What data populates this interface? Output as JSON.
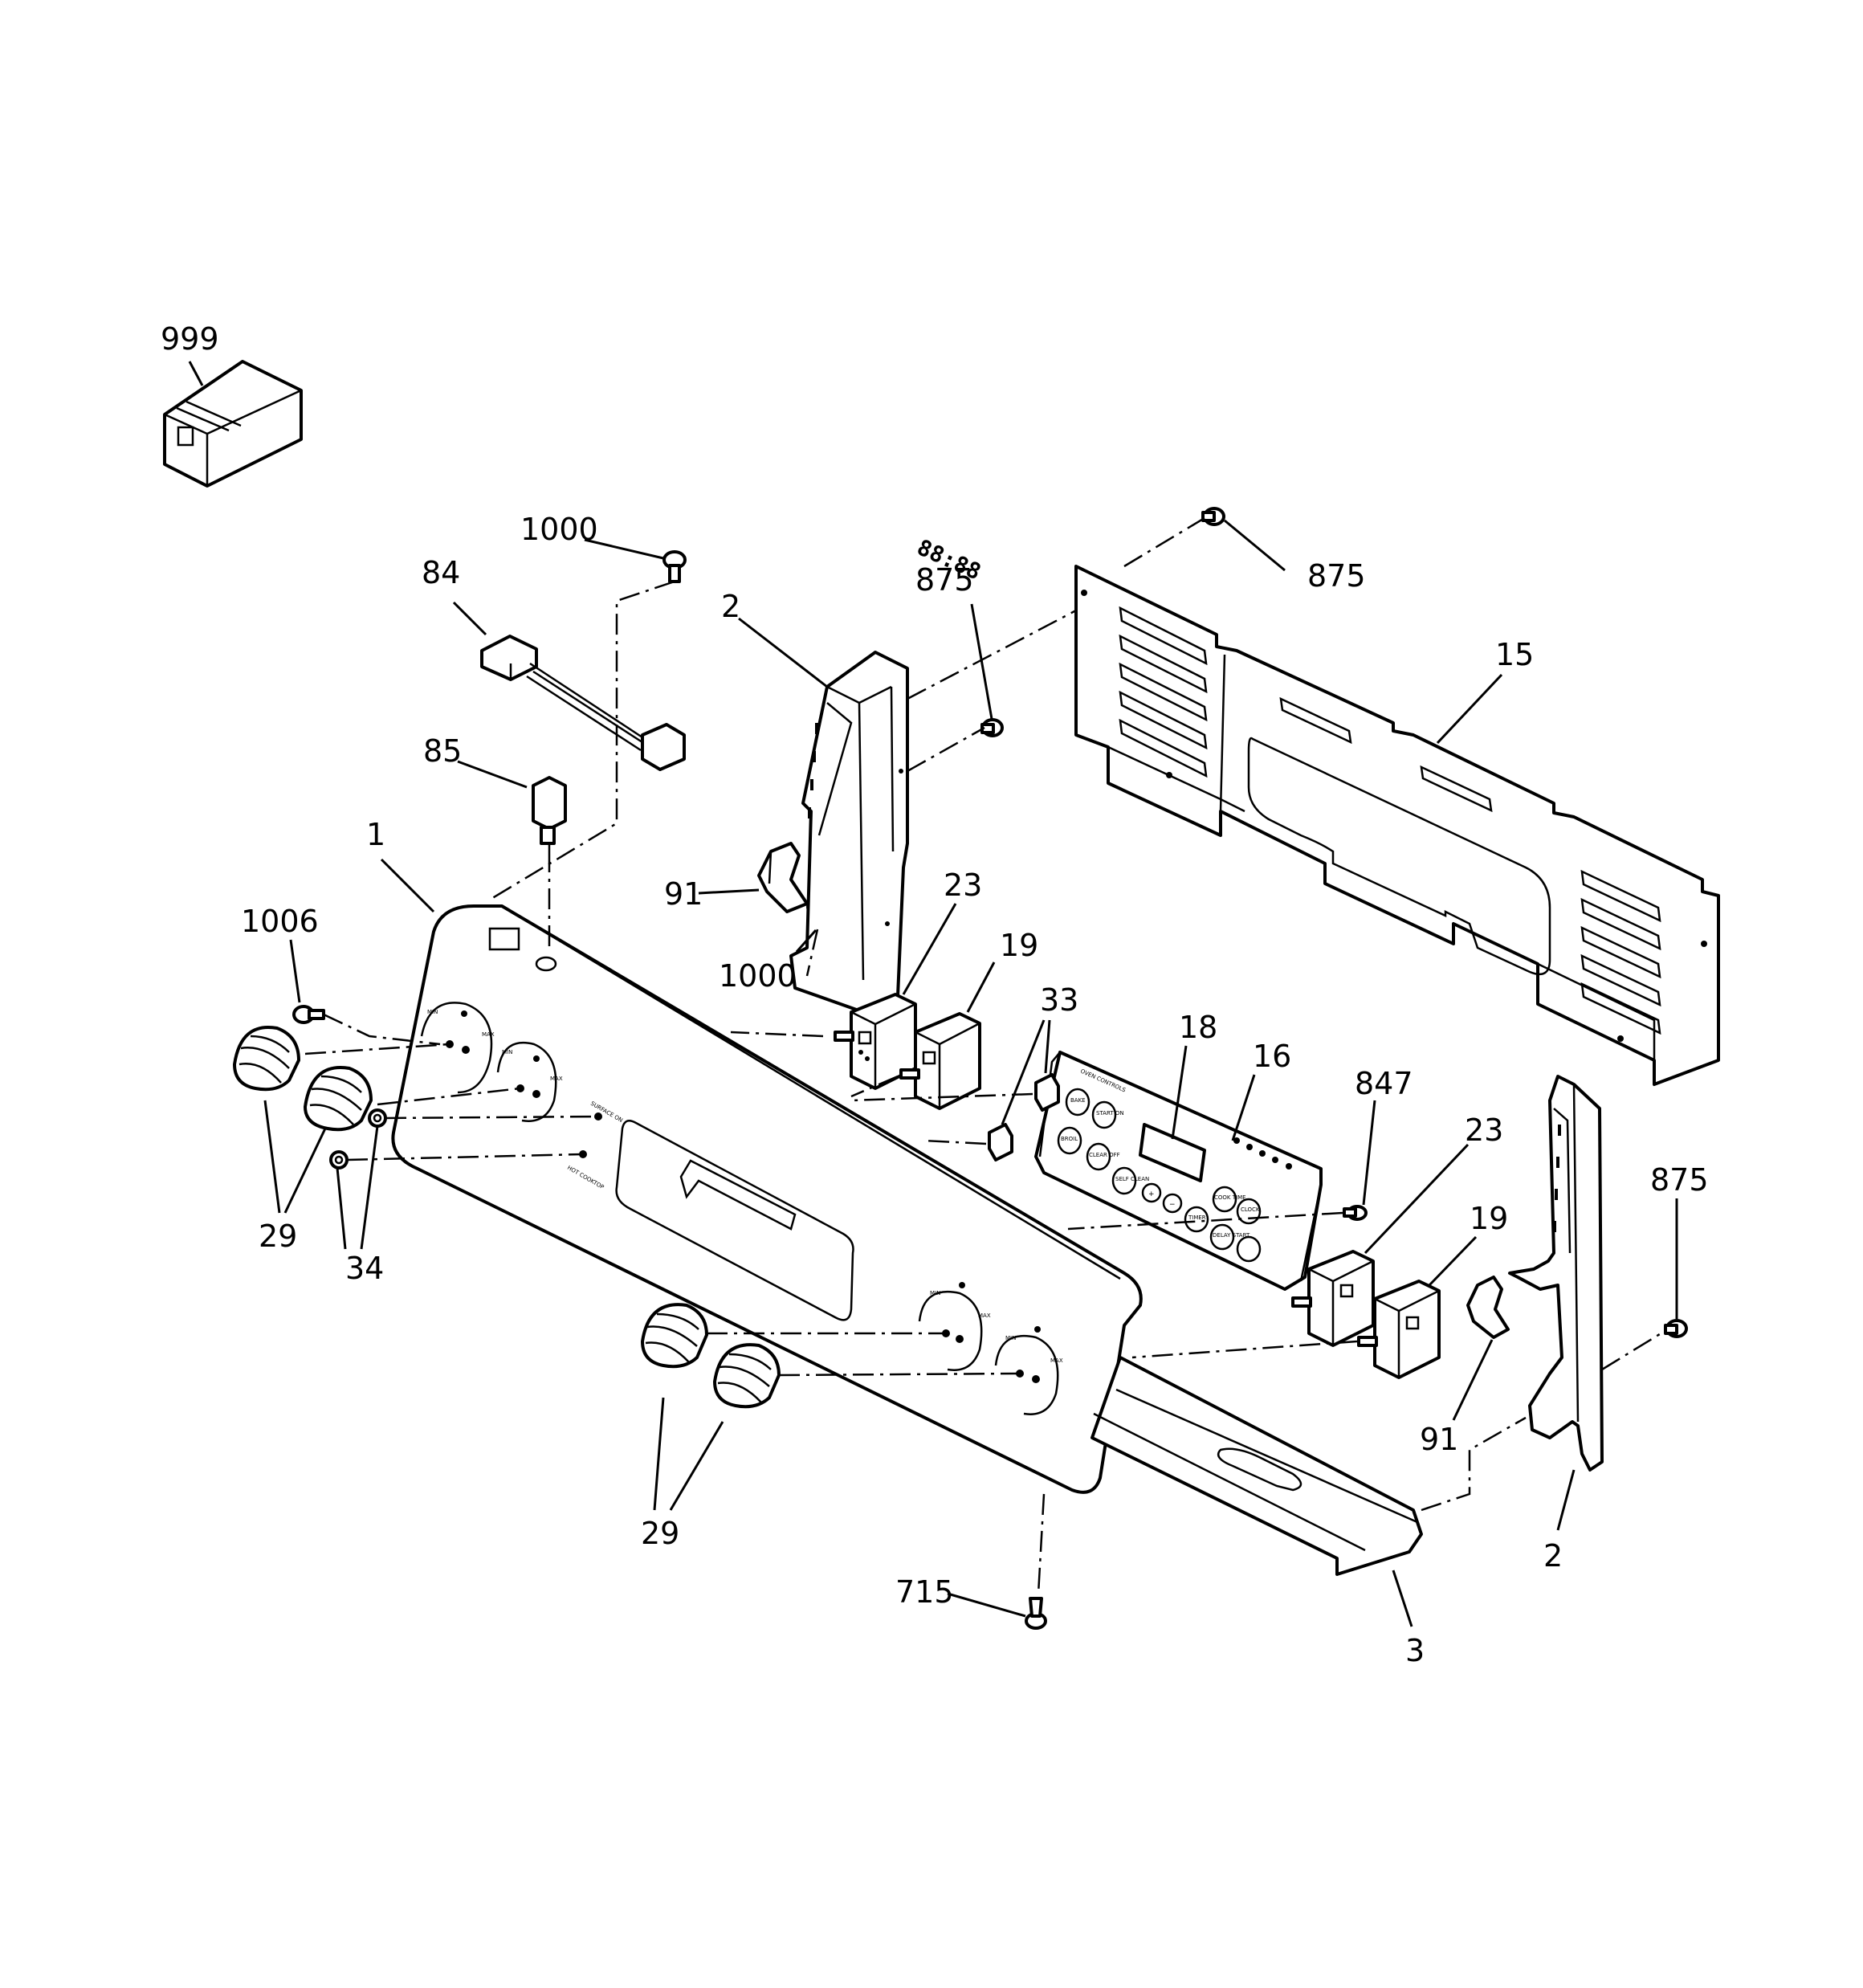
{
  "callouts": {
    "c999": "999",
    "c1000a": "1000",
    "c84": "84",
    "c85": "85",
    "c1": "1",
    "c1006": "1006",
    "c2a": "2",
    "c875a": "875",
    "c875b": "875",
    "c15": "15",
    "c91a": "91",
    "c1000b": "1000",
    "c23a": "23",
    "c19a": "19",
    "c33": "33",
    "c18": "18",
    "c16": "16",
    "c847": "847",
    "c23b": "23",
    "c19b": "19",
    "c875c": "875",
    "c29a": "29",
    "c34": "34",
    "c91b": "91",
    "c2b": "2",
    "c29b": "29",
    "c715": "715",
    "c3": "3"
  },
  "panel_labels": {
    "min": "MIN",
    "max": "MAX",
    "surface_on": "SURFACE ON",
    "hot_cooktop": "HOT COOKTOP",
    "oven_controls": "OVEN CONTROLS"
  },
  "control_keys": {
    "bake": "BAKE",
    "broil": "BROIL",
    "clear_off": "CLEAR OFF",
    "start_on": "START ON",
    "self_clean": "SELF CLEAN",
    "cook_time": "COOK TIME",
    "clock": "CLOCK",
    "timer": "TIMER",
    "delay_start": "DELAY START",
    "display": "88:88"
  }
}
